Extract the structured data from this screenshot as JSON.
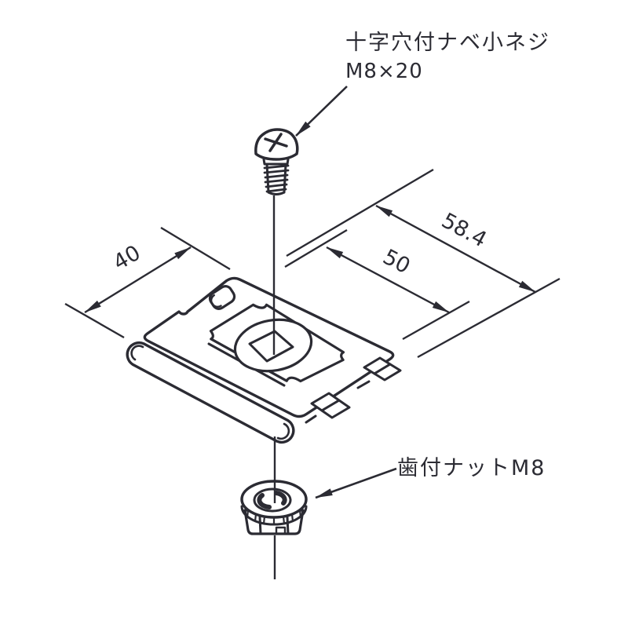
{
  "figure": {
    "background": "#ffffff",
    "ink_color": "#2b2b33",
    "callouts": {
      "screw": {
        "line1": "十字穴付ナベ小ネジ",
        "line2": "M8×20"
      },
      "nut": {
        "label": "歯付ナットM8"
      }
    },
    "dimensions": {
      "depth": "40",
      "inner_width": "50",
      "outer_width": "58.4"
    }
  }
}
